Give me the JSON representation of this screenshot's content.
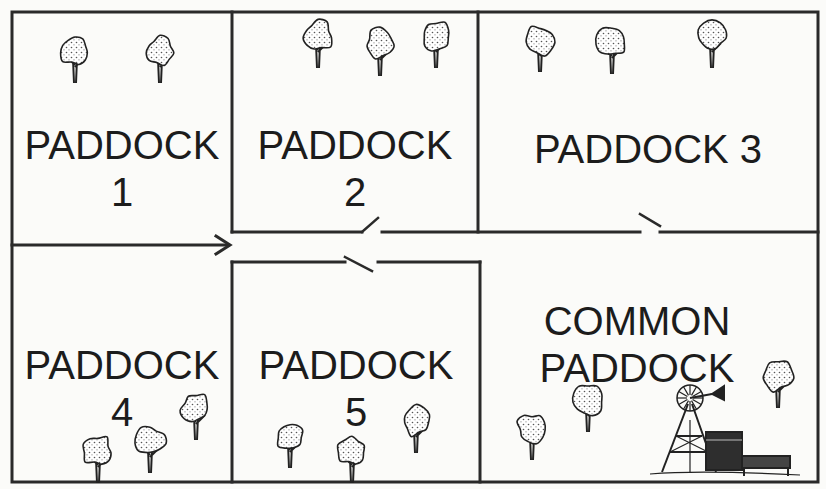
{
  "diagram": {
    "nodes": [
      {
        "text": [
          "PADDOCK 1"
        ]
      },
      {
        "text": [
          "PADDOCK 2"
        ]
      },
      {
        "text": [
          "PADDOCK 3"
        ]
      },
      {
        "text": [
          "PADDOCK 4"
        ]
      },
      {
        "text": [
          "PADDOCK 5"
        ]
      },
      {
        "text": [
          "COMMON PADDOCK"
        ]
      }
    ]
  }
}
